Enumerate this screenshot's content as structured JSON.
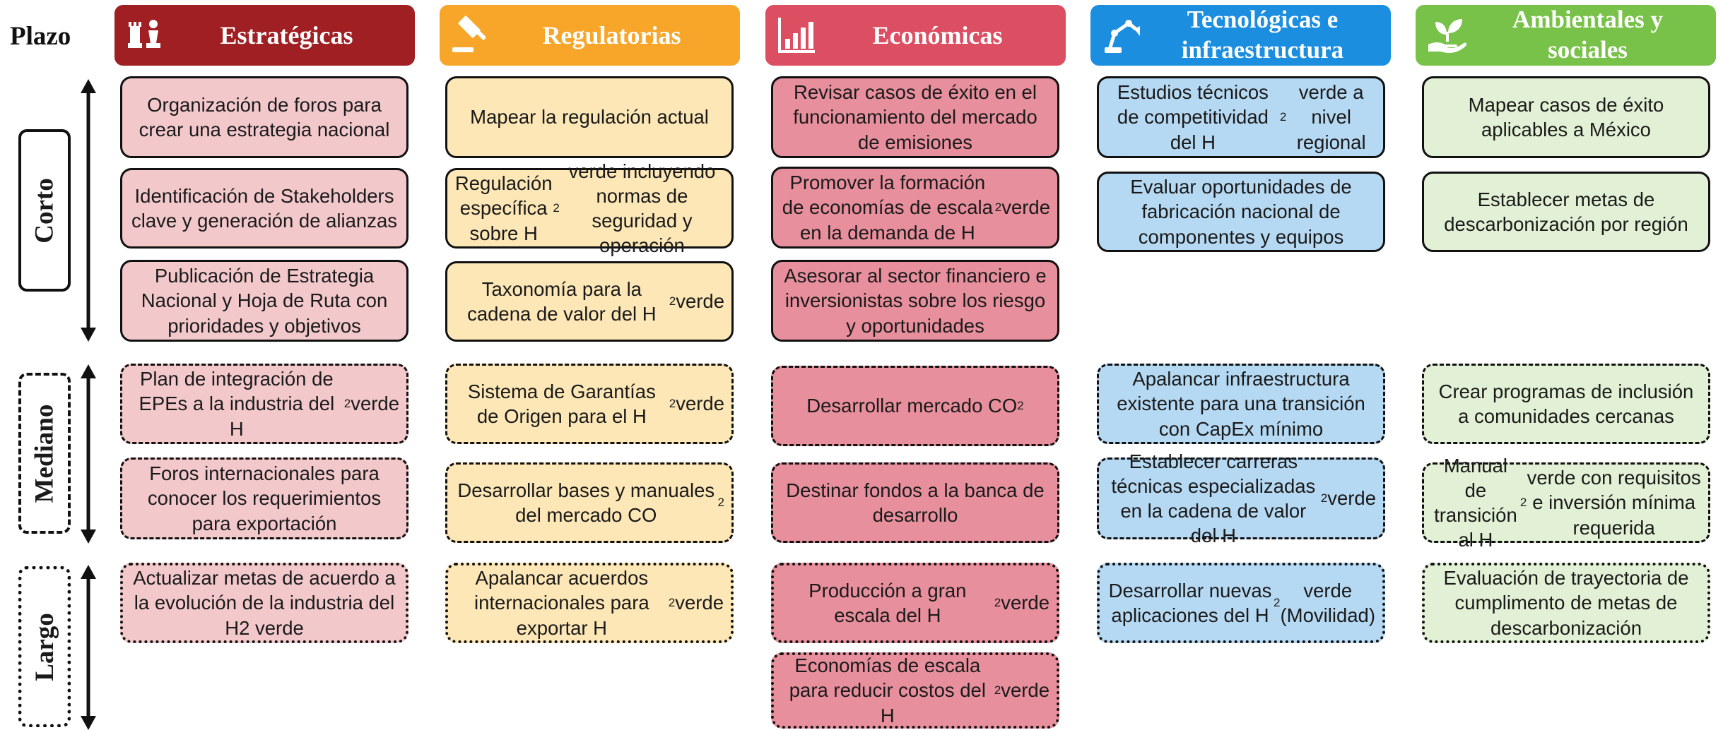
{
  "plazo_label": "Plazo",
  "periods": {
    "corto": "Corto",
    "mediano": "Mediano",
    "largo": "Largo"
  },
  "colors": {
    "estrategicas": "#a01f23",
    "regulatorias": "#f7a62a",
    "economicas": "#dc4f63",
    "tecnologicas": "#1b8ee0",
    "ambientales": "#79c24a"
  },
  "columns": {
    "estrategicas": {
      "title": "Estratégicas",
      "icon": "chess-pieces-icon",
      "corto": [
        "Organización de foros para crear una estrategia nacional",
        "Identificación de Stakeholders clave y generación de alianzas",
        "Publicación de Estrategia Nacional y Hoja de Ruta con prioridades y objetivos"
      ],
      "mediano": [
        "Plan de integración de EPEs a la industria del H₂ verde",
        "Foros internacionales para conocer los requerimientos para exportación"
      ],
      "largo": [
        "Actualizar metas de acuerdo a la evolución de la industria del H2 verde"
      ]
    },
    "regulatorias": {
      "title": "Regulatorias",
      "icon": "gavel-icon",
      "corto": [
        "Mapear la regulación actual",
        "Regulación específica sobre H₂ verde incluyendo normas de seguridad y operación",
        "Taxonomía para la cadena de valor del H₂ verde"
      ],
      "mediano": [
        "Sistema de Garantías de Origen para el H₂ verde",
        "Desarrollar bases y manuales del mercado CO₂"
      ],
      "largo": [
        "Apalancar acuerdos internacionales para exportar H₂ verde"
      ]
    },
    "economicas": {
      "title": "Económicas",
      "icon": "bar-chart-icon",
      "corto": [
        "Revisar casos de éxito en el funcionamiento del mercado de emisiones",
        "Promover la formación de economías de escala en la demanda de H₂ verde",
        "Asesorar al sector financiero e inversionistas sobre los riesgo y oportunidades"
      ],
      "mediano": [
        "Desarrollar mercado CO₂",
        "Destinar fondos a la banca de desarrollo"
      ],
      "largo": [
        "Producción a gran escala del H₂ verde",
        "Economías de escala para reducir costos del H₂ verde"
      ]
    },
    "tecnologicas": {
      "title": "Tecnológicas e\ninfraestructura",
      "icon": "robot-arm-icon",
      "corto": [
        "Estudios técnicos de competitividad del H₂ verde a nivel regional",
        "Evaluar oportunidades de fabricación nacional de componentes y equipos"
      ],
      "mediano": [
        "Apalancar infraestructura existente para una transición con CapEx mínimo",
        "Establecer carreras técnicas especializadas en la cadena de valor del H₂ verde"
      ],
      "largo": [
        "Desarrollar nuevas aplicaciones del H₂ verde (Movilidad)"
      ]
    },
    "ambientales": {
      "title": "Ambientales y\nsociales",
      "icon": "plant-hand-icon",
      "corto": [
        "Mapear casos de éxito aplicables a México",
        "Establecer metas de descarbonización por región"
      ],
      "mediano": [
        "Crear programas de inclusión a comunidades cercanas",
        "Manual de transición al H₂ verde con requisitos e inversión mínima requerida"
      ],
      "largo": [
        "Evaluación de trayectoria de cumplimento de metas de descarbonización"
      ]
    }
  }
}
